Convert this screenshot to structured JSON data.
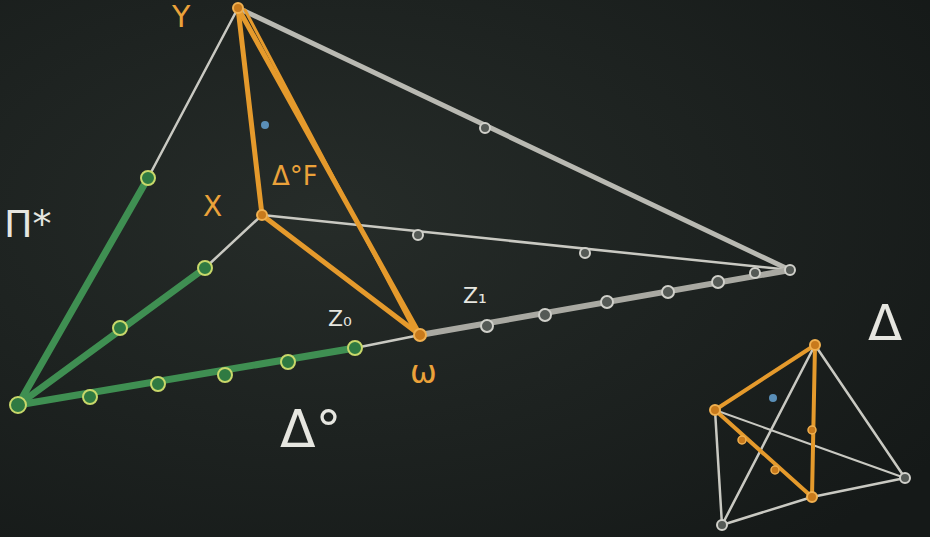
{
  "diagram": {
    "labels": [
      "Y",
      "X",
      "Δ°F",
      "Π*",
      "Z₀",
      "Z₁",
      "ω",
      "Δ°",
      "Δ"
    ]
  }
}
